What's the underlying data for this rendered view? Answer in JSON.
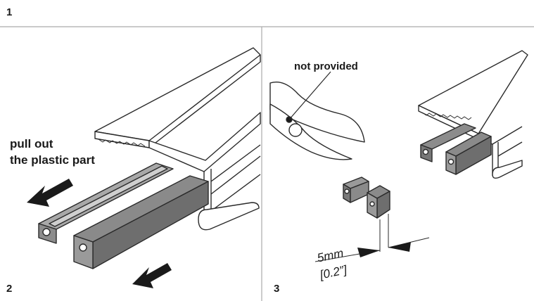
{
  "steps": {
    "one": "1",
    "two": "2",
    "three": "3"
  },
  "panel2": {
    "instruction_line1": "pull out",
    "instruction_line2": "the plastic part"
  },
  "panel3": {
    "tool_note": "not provided",
    "dimension_mm": "5mm",
    "dimension_in": "[0.2”]"
  },
  "colors": {
    "border": "#aaaaaa",
    "line": "#2a2a2a",
    "gray_part": "#9a9a9a",
    "dark_part": "#7a7a7a",
    "arrow": "#1a1a1a"
  }
}
